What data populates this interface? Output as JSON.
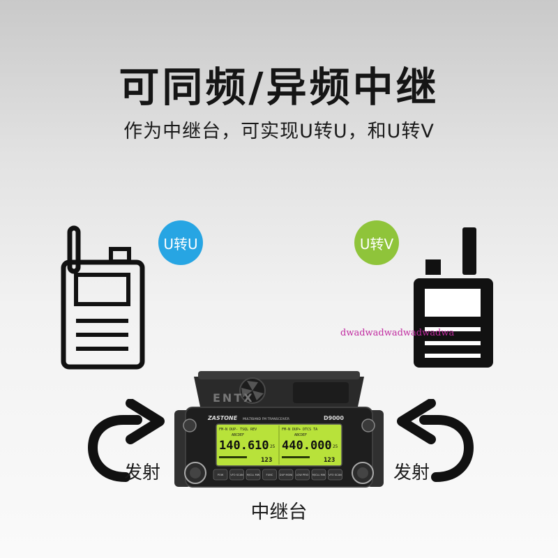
{
  "header": {
    "title": "可同频/异频中继",
    "subtitle": "作为中继台，可实现U转U，和U转V"
  },
  "badges": {
    "left": "U转U",
    "right": "U转V"
  },
  "labels": {
    "left_transmit": "发射",
    "right_transmit": "发射",
    "repeater": "中继台"
  },
  "watermark": "dwadwadwadwadwadwa",
  "device": {
    "brand": "ZASTONE",
    "subtitle": "MULTIBAND FM TRANSCEIVER",
    "model": "D9000",
    "logo": "ENTX",
    "left_freq": "140.610",
    "right_freq": "440.000",
    "left_channel": "25",
    "right_channel": "25",
    "left_name": "ABCDEF",
    "right_name": "ABCDEF",
    "left_mode": "FM-N DUP- TSQL REV",
    "right_mode": "FM-N DUP+ DTCS TA",
    "left_sub": "123",
    "right_sub": "123",
    "buttons": [
      "POW",
      "VFO SCAN",
      "M/CLL MW",
      "FUNC",
      "DUP MONI",
      "LOW PRIO",
      "M/CLL MW",
      "VFO SCAN"
    ]
  },
  "colors": {
    "badge_left": "#27a5e3",
    "badge_right": "#8fc43a",
    "lcd": "#b8e23a",
    "watermark": "#c02aa0"
  },
  "icons": [
    "handheld-radio-outline-icon",
    "handheld-radio-solid-icon",
    "curved-arrow-right-icon",
    "curved-arrow-left-icon"
  ]
}
